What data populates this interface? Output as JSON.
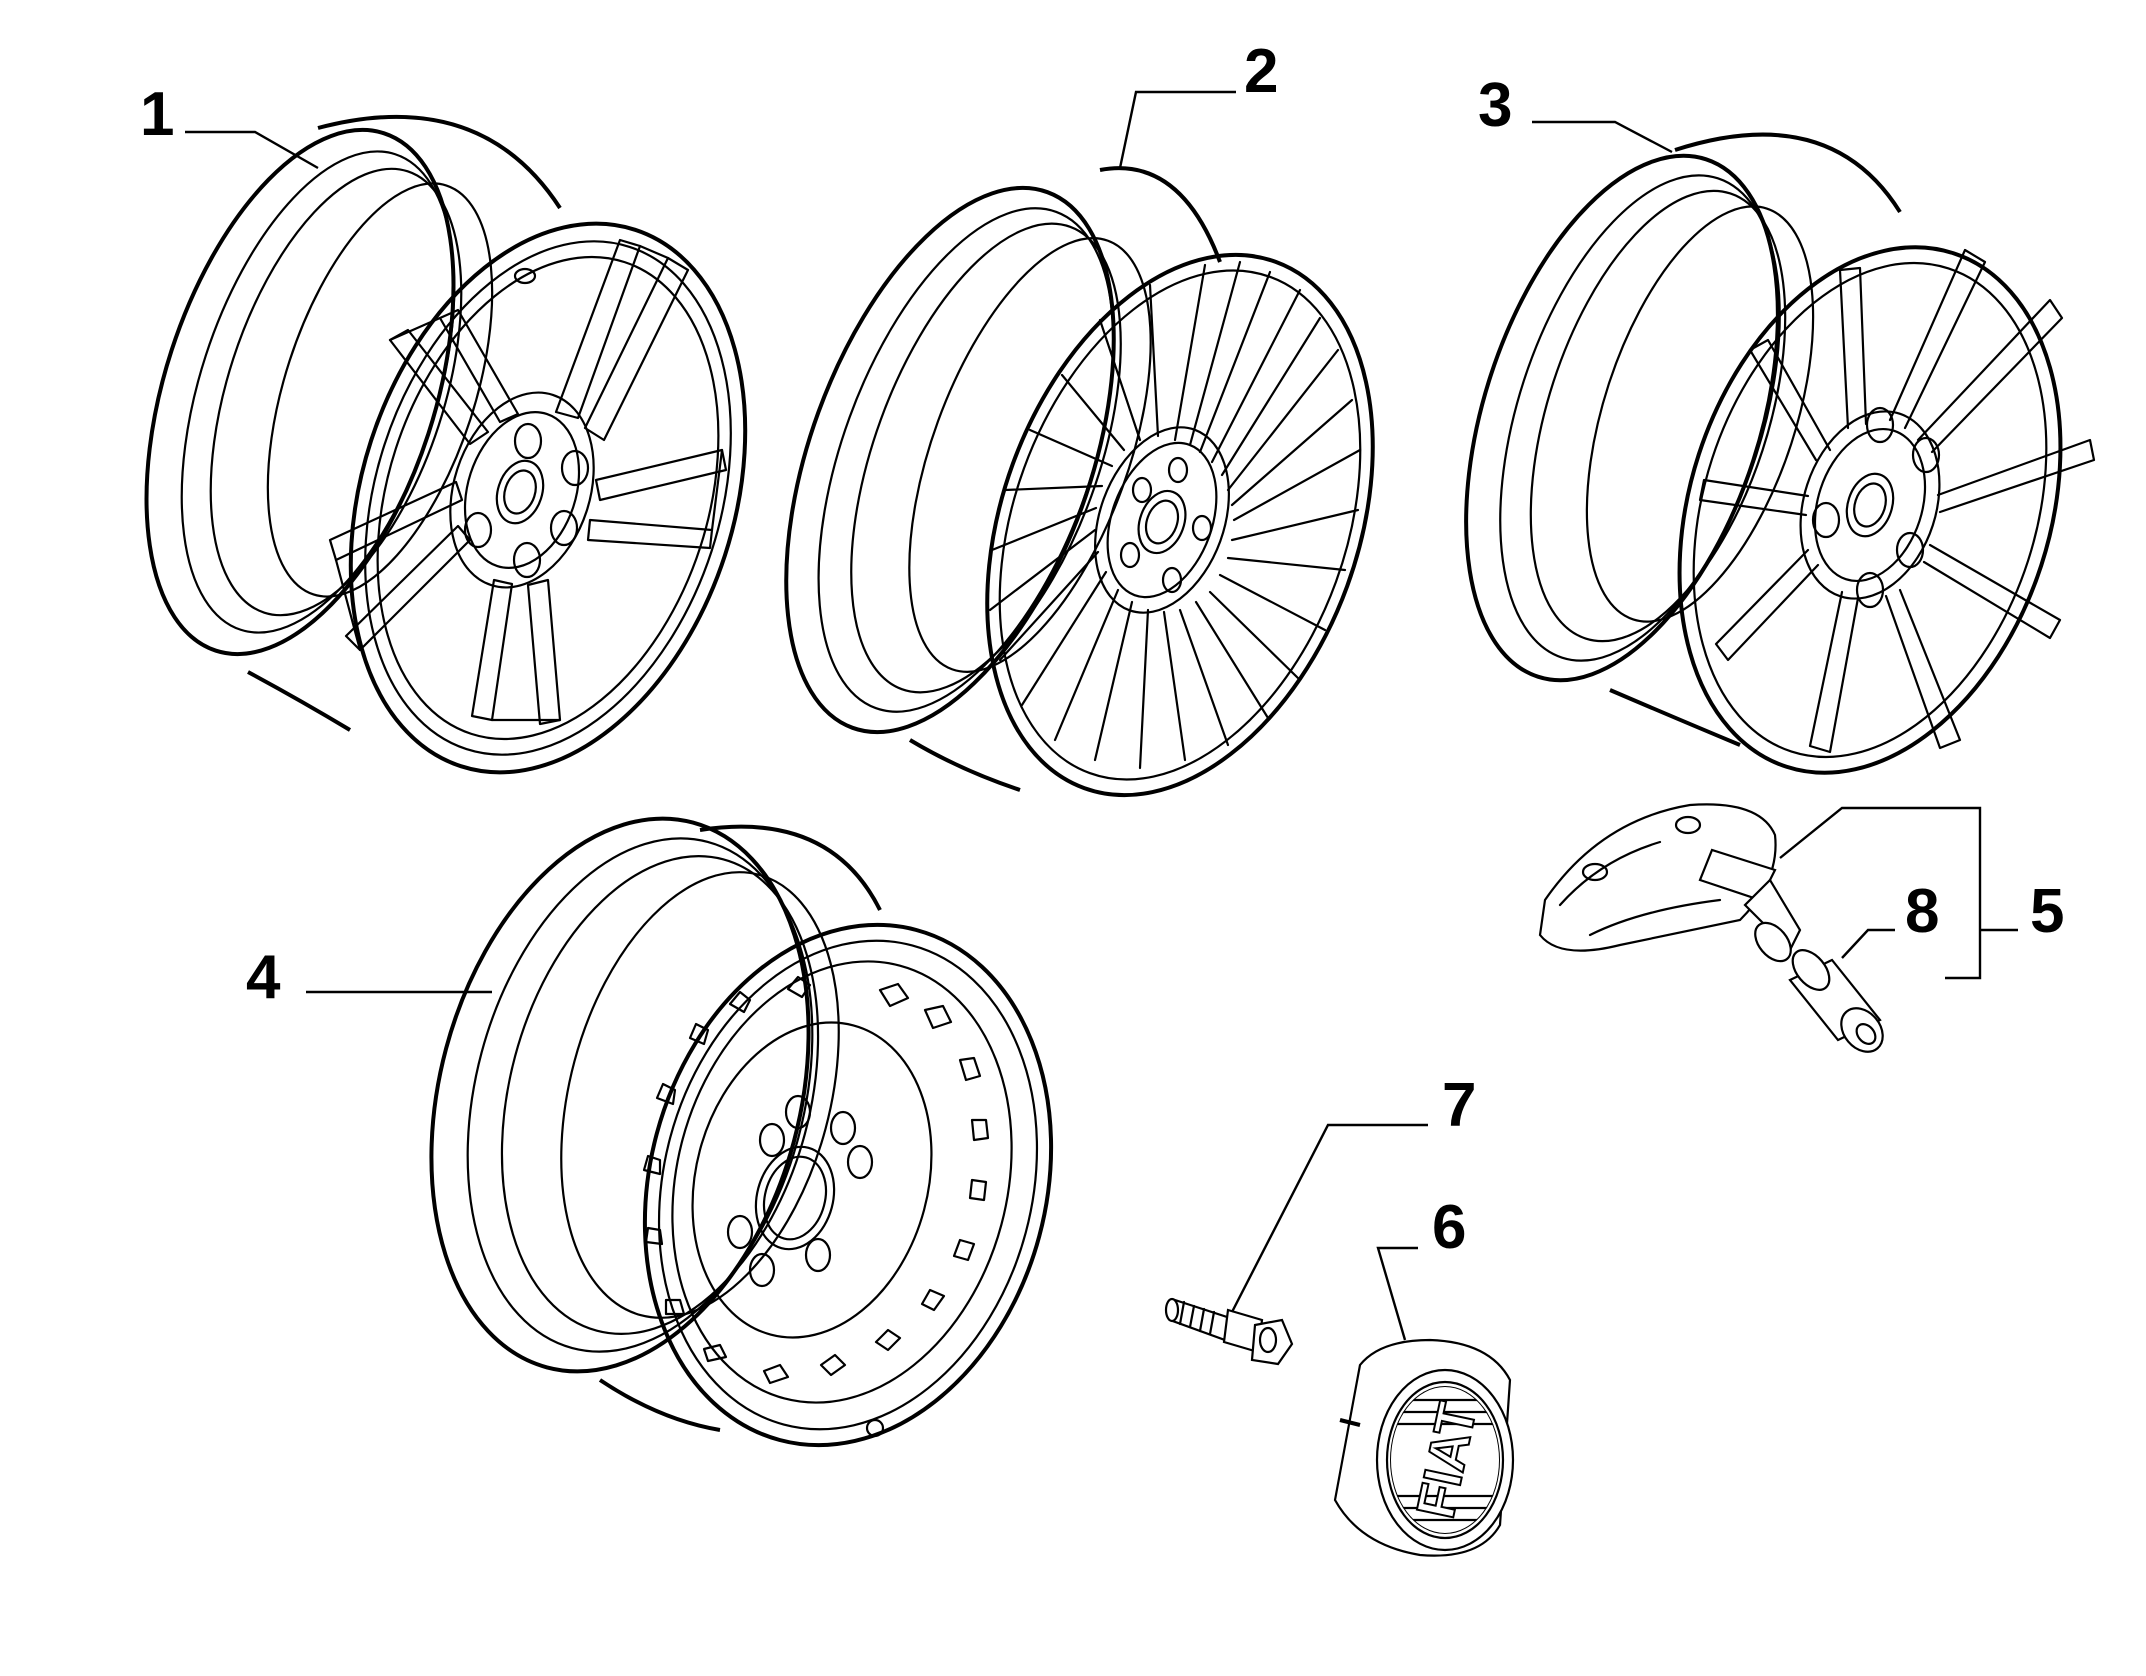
{
  "callouts": {
    "c1": "1",
    "c2": "2",
    "c3": "3",
    "c4": "4",
    "c5": "5",
    "c6": "6",
    "c7": "7",
    "c8": "8"
  },
  "logo": {
    "text": "FIAT"
  },
  "colors": {
    "line": "#000000",
    "background": "#ffffff"
  }
}
